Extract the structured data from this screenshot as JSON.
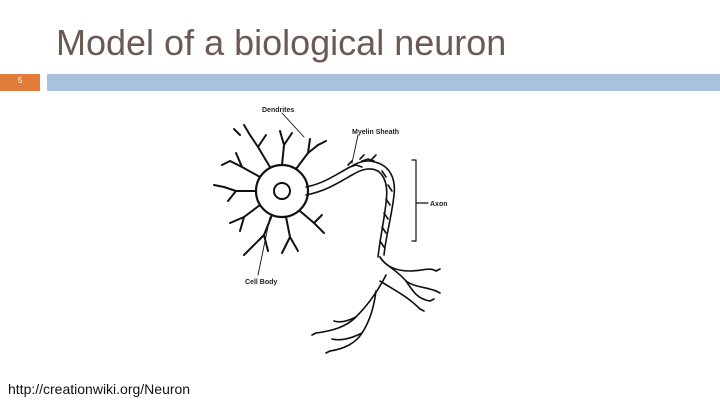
{
  "slide": {
    "title": "Model of a biological neuron",
    "number": "5",
    "caption": "http://creationwiki.org/Neuron"
  },
  "diagram": {
    "labels": {
      "dendrites": "Dendrites",
      "myelin_sheath": "Myelin Sheath",
      "axon": "Axon",
      "cell_body": "Cell Body"
    }
  },
  "colors": {
    "title": "#6b5a52",
    "accent_orange": "#e07b39",
    "accent_blue": "#a9c2dc"
  }
}
